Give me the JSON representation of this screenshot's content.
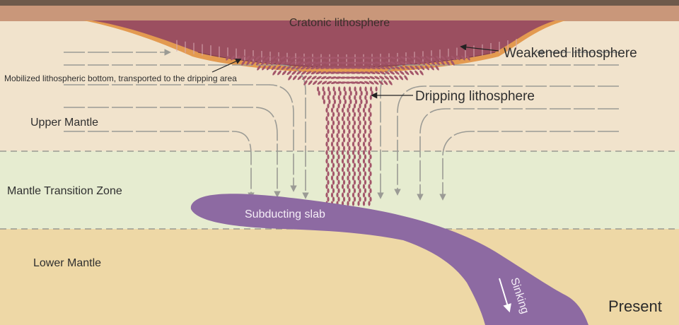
{
  "labels": {
    "cratonic": "Cratonic lithosphere",
    "weakened": "Weakened lithosphere",
    "mobilized": "Mobilized lithospheric bottom, transported to the dripping area",
    "dripping": "Dripping lithosphere",
    "upper_mantle": "Upper Mantle",
    "transition_zone": "Mantle Transition Zone",
    "lower_mantle": "Lower Mantle",
    "slab": "Subducting slab",
    "sinking": "Sinking",
    "stage": "Present"
  },
  "colors": {
    "top_strip": "#6e5a4b",
    "crust": "#c9977a",
    "upper_mantle": "#f1e3cc",
    "transition_zone": "#e6ecd0",
    "lower_mantle": "#eed8a6",
    "lithosphere_root": "#9b4f60",
    "weakened_rim": "#e39a50",
    "slab": "#8d6aa2",
    "flow_arrow": "#9b9b95",
    "boundary": "#8a8a86"
  }
}
